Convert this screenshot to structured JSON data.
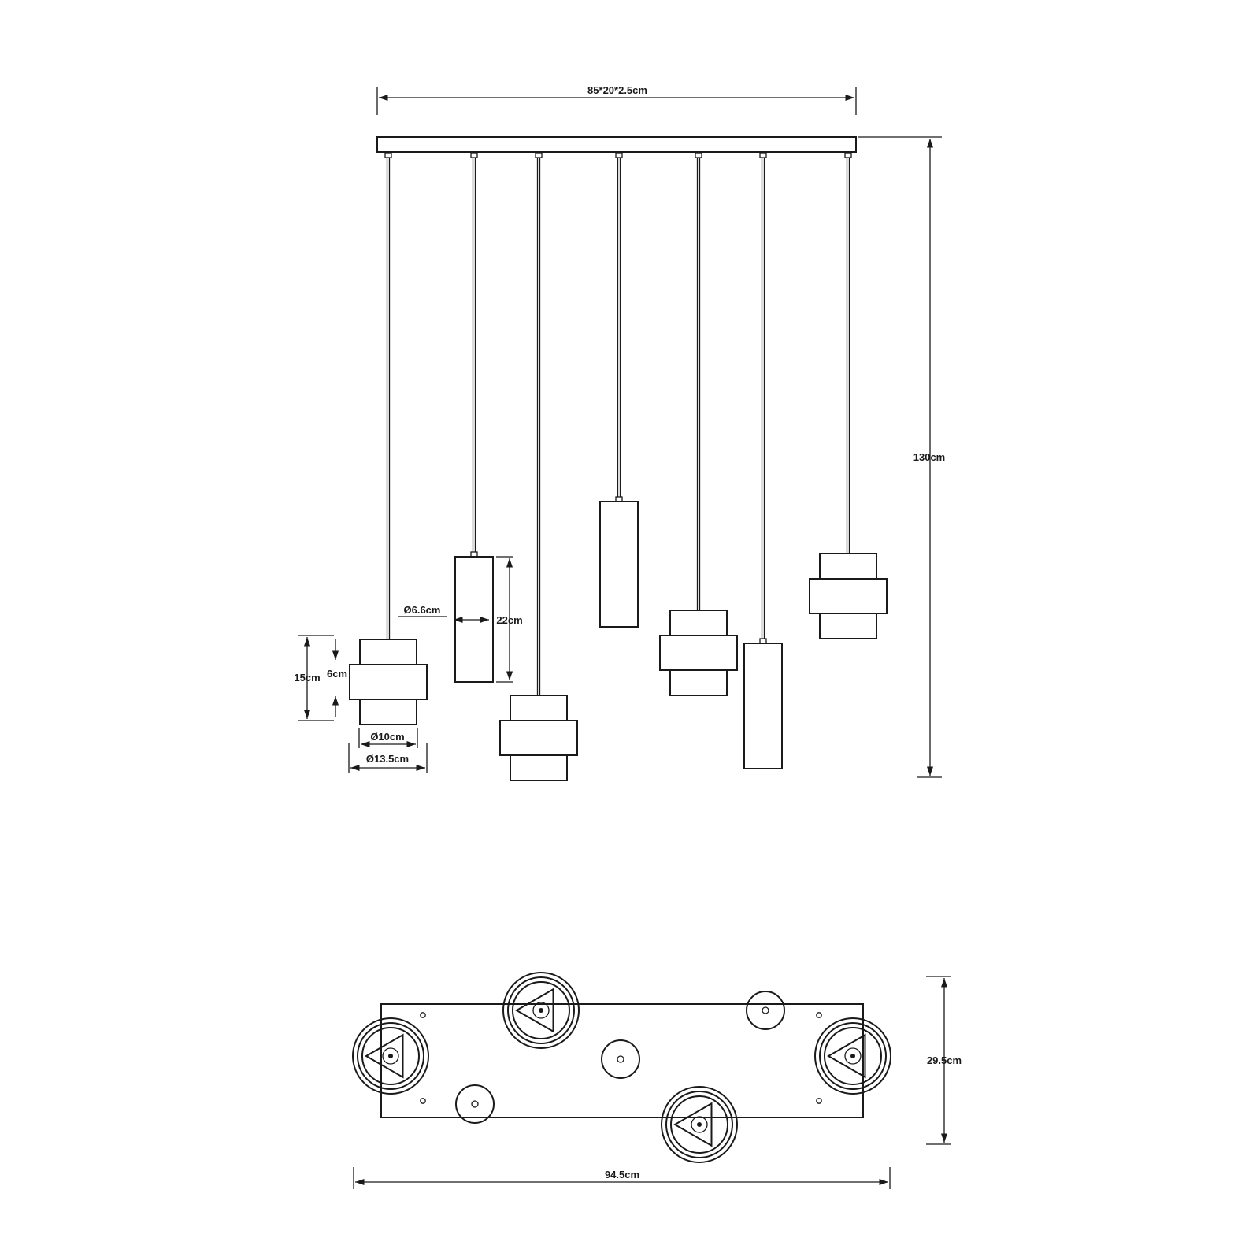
{
  "front_view": {
    "canopy_label": "85*20*2.5cm",
    "height_label": "130cm",
    "shade_height_label": "15cm",
    "band_height_label": "6cm",
    "inner_diameter_label": "Ø10cm",
    "outer_diameter_label": "Ø13.5cm",
    "tube_diameter_label": "Ø6.6cm",
    "tube_height_label": "22cm"
  },
  "top_view": {
    "length_label": "94.5cm",
    "depth_label": "29.5cm"
  }
}
